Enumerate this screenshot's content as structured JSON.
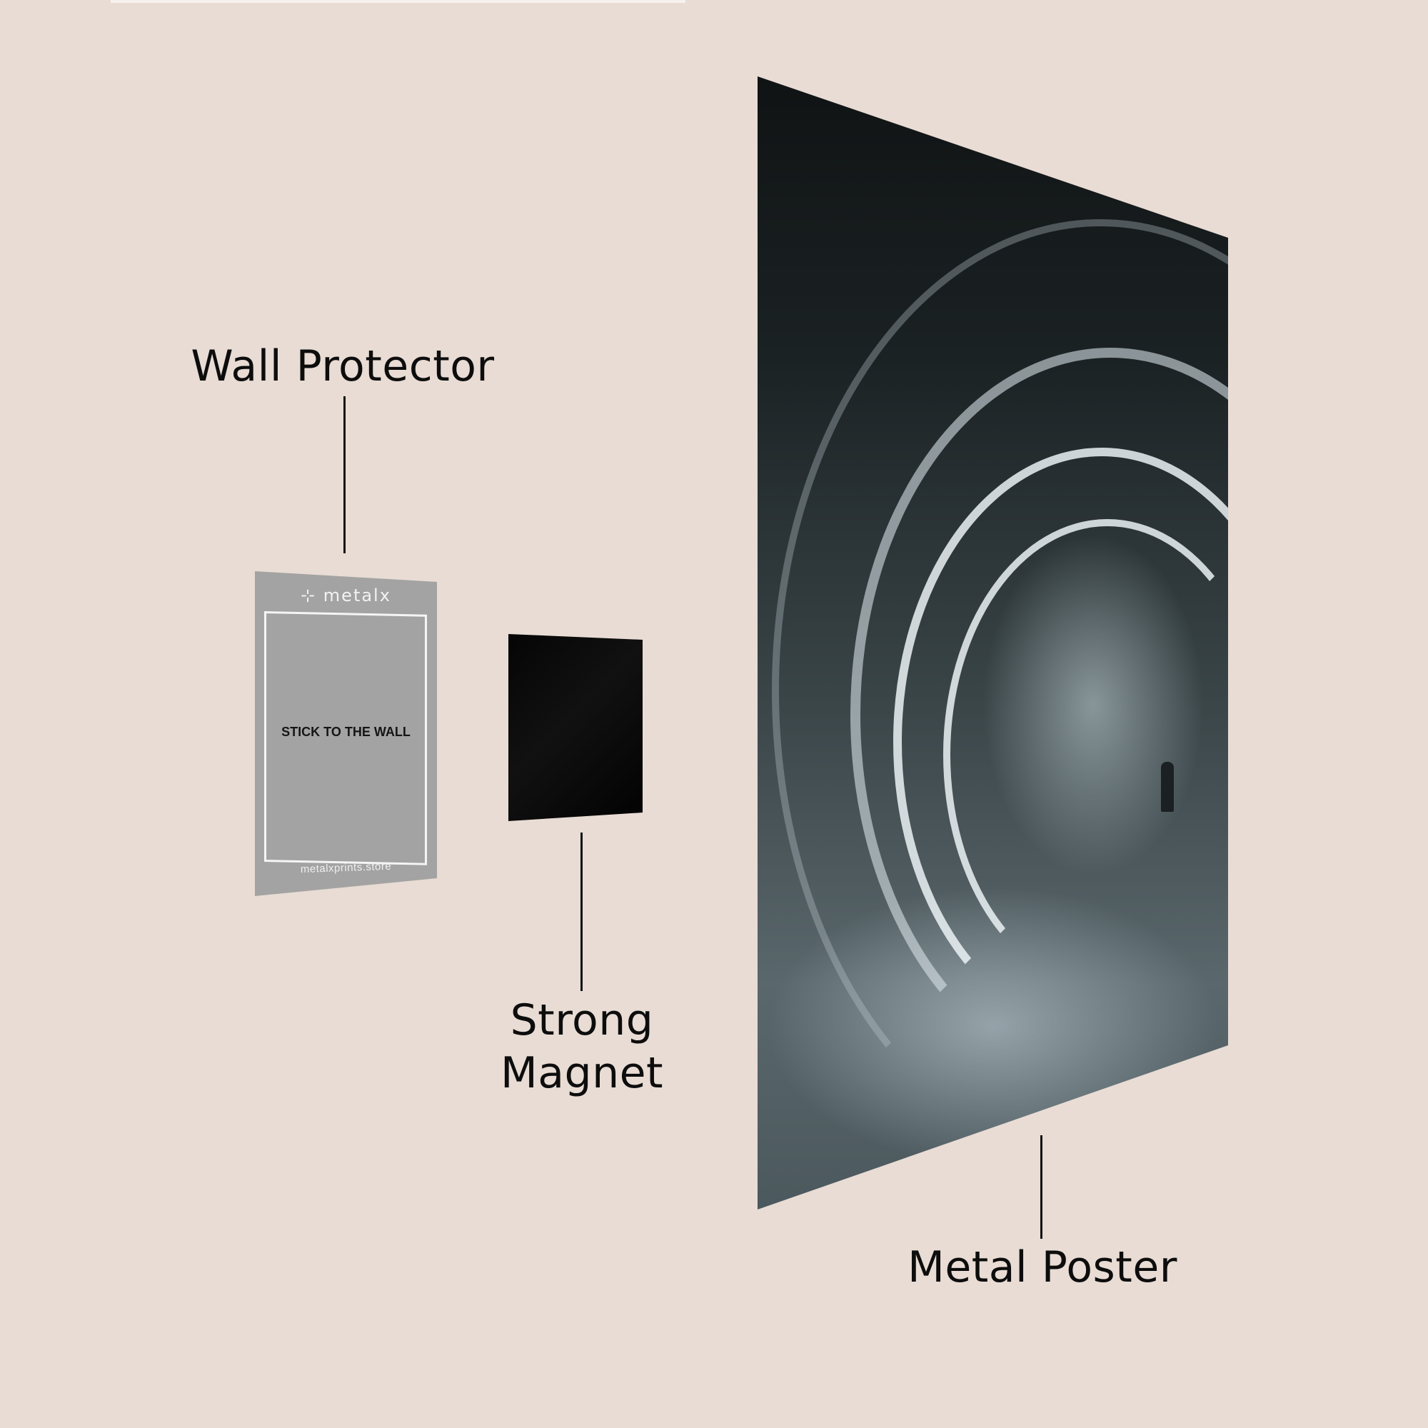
{
  "labels": {
    "wall_protector": "Wall Protector",
    "strong_magnet_line1": "Strong",
    "strong_magnet_line2": "Magnet",
    "metal_poster": "Metal Poster"
  },
  "wall_protector": {
    "brand_logo": "metalx",
    "instruction": "STICK TO THE WALL",
    "website": "metalxprints.store",
    "color": "#a3a3a3"
  },
  "magnet": {
    "color": "#050505"
  },
  "poster": {
    "subject": "sci-fi tunnel with glowing arches and lone figure"
  },
  "colors": {
    "background": "#e8dcd4",
    "text": "#0d0d0d"
  }
}
